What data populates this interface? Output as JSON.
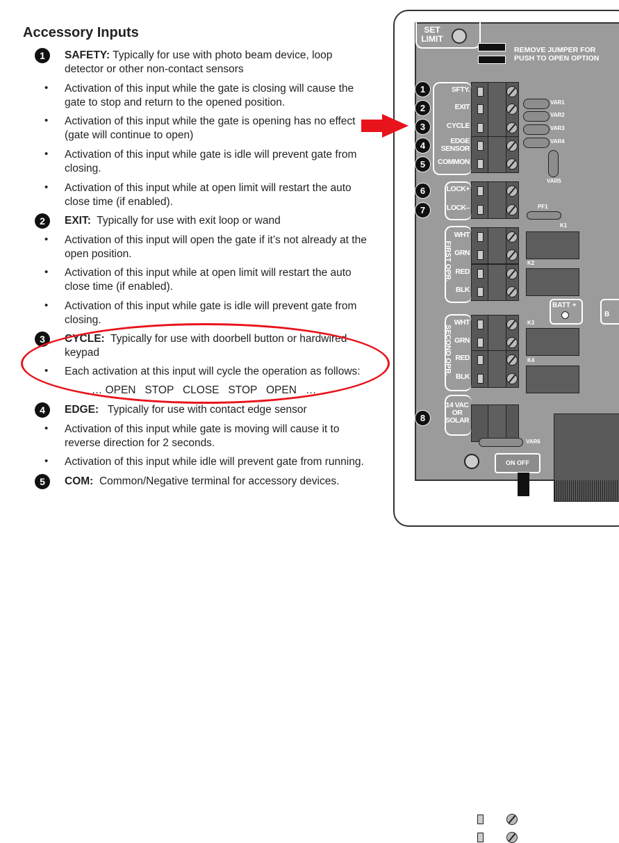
{
  "title": "Accessory Inputs",
  "lines": [
    {
      "num": "1",
      "bold": "SAFETY:",
      "text": " Typically for use with photo beam device, loop"
    },
    {
      "text": "detector or other non-contact sensors"
    },
    {
      "bullet": true,
      "text": "Activation of this input while the gate is closing will cause the"
    },
    {
      "text": "gate to stop and return to the opened position."
    },
    {
      "bullet": true,
      "text": "Activation of this input while the gate is opening has no effect"
    },
    {
      "text": "(gate will continue to open)"
    },
    {
      "bullet": true,
      "text": "Activation of this input while gate is idle will prevent gate from"
    },
    {
      "text": "closing."
    },
    {
      "bullet": true,
      "text": "Activation of this input while at open limit will restart the auto"
    },
    {
      "text": "close time (if enabled)."
    },
    {
      "num": "2",
      "bold": "EXIT:",
      "text": "  Typically for use with exit loop or wand"
    },
    {
      "bullet": true,
      "text": "Activation of this input will open the gate if it’s not already at the"
    },
    {
      "text": "open position."
    },
    {
      "bullet": true,
      "text": "Activation of this input while at open limit will restart the auto"
    },
    {
      "text": "close time (if enabled)."
    },
    {
      "bullet": true,
      "text": "Activation of this input while gate is idle will prevent gate from"
    },
    {
      "text": "closing."
    },
    {
      "num": "3",
      "bold": "CYCLE:",
      "text": "  Typically for use with doorbell button or hardwired"
    },
    {
      "text": "keypad"
    },
    {
      "bullet": true,
      "text": "Each activation at this input will cycle the operation as follows:"
    },
    {
      "text": "         … OPEN   STOP   CLOSE   STOP   OPEN   …"
    },
    {
      "num": "4",
      "bold": "EDGE:",
      "text": "   Typically for use with contact edge sensor"
    },
    {
      "bullet": true,
      "text": "Activation of this input while gate is moving will cause it to"
    },
    {
      "text": "reverse direction for 2 seconds."
    },
    {
      "bullet": true,
      "text": "Activation of this input while idle will prevent gate from running."
    },
    {
      "num": "5",
      "bold": "COM:",
      "text": "  Common/Negative terminal for accessory devices."
    }
  ],
  "diagram": {
    "set_limit": "SET LIMIT",
    "jumper_note": "REMOVE JUMPER FOR PUSH TO OPEN OPTION",
    "terminals": [
      "SFTY.",
      "EXIT",
      "CYCLE",
      "EDGE SENSOR",
      "COMMON",
      "LOCK+",
      "LOCK–",
      "WHT",
      "GRN",
      "RED",
      "BLK",
      "WHT",
      "GRN",
      "RED",
      "BLK",
      "14 VAC OR SOLAR"
    ],
    "group_first": "FIRST OPR.",
    "group_second": "SECOND OPR.",
    "badges": [
      "1",
      "2",
      "3",
      "4",
      "5",
      "6",
      "7",
      "8"
    ],
    "vars": [
      "VAR1",
      "VAR2",
      "VAR3",
      "VAR4",
      "VAR5",
      "VAR6"
    ],
    "pf": "PF1",
    "relays": [
      "K1",
      "K2",
      "K3",
      "K4"
    ],
    "batt": "BATT +",
    "batt2": "B",
    "switch": "ON OFF"
  },
  "colors": {
    "highlight": "#e8141c",
    "board": "#9b9b9b"
  }
}
